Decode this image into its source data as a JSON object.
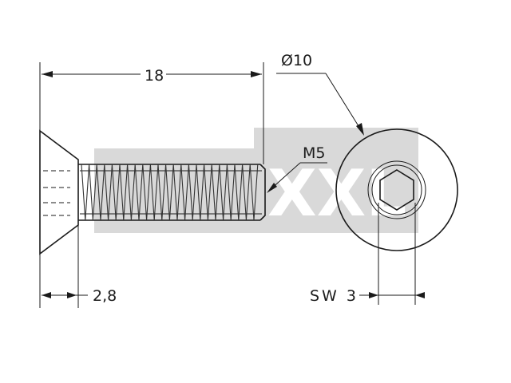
{
  "dimensions": {
    "length": "18",
    "thread": "M5",
    "head_diameter": "Ø10",
    "head_height": "2,8",
    "drive_size": "SW 3"
  },
  "watermark": {
    "text": "XXL",
    "color": "#d9d9d9"
  },
  "line_color": "#1a1a1a"
}
